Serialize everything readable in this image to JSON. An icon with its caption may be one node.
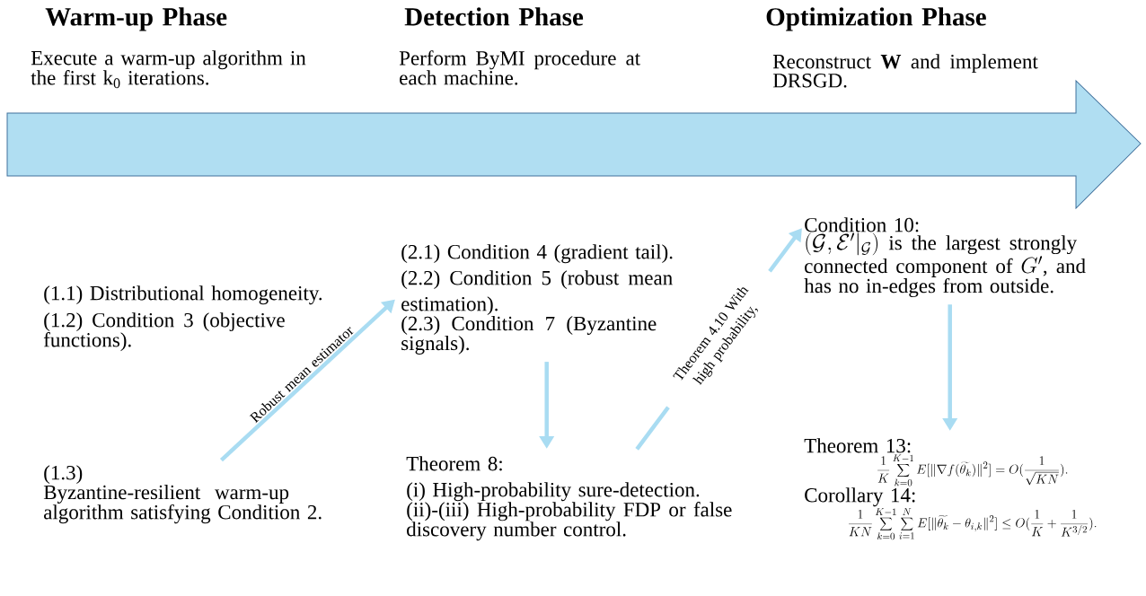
{
  "diagram": {
    "nodes": [
      {
        "text": [
          "(1.3)",
          "Byzantine-resilient warm-up algorithm satisfying Condition 2."
        ]
      },
      {
        "text": [
          "(2.1) Condition 4 (gradient tail).",
          "(2.2) Condition 5 (robust mean estimation).",
          "(2.3) Condition 7 (Byzantine signals)."
        ]
      },
      {
        "text": [
          "Theorem 8:",
          "(i) High-probability sure-detection.",
          "(ii)-(iii) High-probability FDP or false discovery number control."
        ]
      },
      {
        "text": [
          "Condition 10:",
          "(\\mathcal{G},\\mathcal{E}'|_{\\mathcal{G}})",
          "is the largest strongly connected component of",
          "G'",
          ", and has no in-edges from outside."
        ]
      },
      {
        "text": [
          "Theorem 13:",
          "\\frac{1}{K}\\sum_{k=0}^{K-1}E[\\|\\nabla f(\\widetilde{\\theta_k})\\|^2]=O(\\frac{1}{\\sqrt{KN}}).",
          "Corollary 14:",
          "\\frac{1}{KN}\\sum_{k=0}^{K-1}\\sum_{i=1}^{N}E[\\|\\widetilde{\\theta_k}-\\theta_{i,k}\\|^2]\\le O(\\frac{1}{K}+\\frac{1}{K^{3/2}})."
        ]
      }
    ],
    "edges": [
      {
        "from": 0,
        "to": 1,
        "arrow": "to",
        "label": "Robust mean estimator"
      },
      {
        "from": 1,
        "to": 2,
        "arrow": "to"
      },
      {
        "from": 2,
        "to": 3,
        "arrow": "to",
        "label": "Theorem 4.10 With high probability,"
      },
      {
        "from": 3,
        "to": 4,
        "arrow": "to"
      }
    ],
    "labels": [
      "Warm-up Phase",
      "Execute a warm-up algorithm in the first k$_{0}$ iterations.",
      "Detection Phase",
      "Perform ByMI procedure at each machine.",
      "Optimization Phase",
      "Reconstruct **W** and implement DRSGD.",
      "(1.1) Distributional homogeneity.",
      "(1.2) Condition 3 (objective functions)."
    ]
  }
}
